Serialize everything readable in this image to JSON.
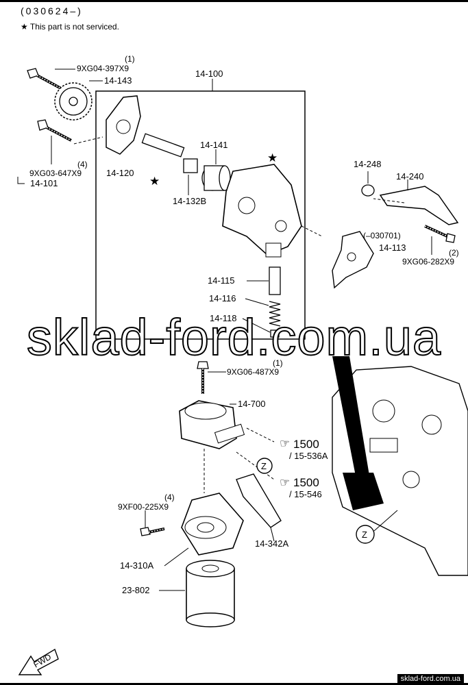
{
  "header": {
    "date_range": "(030624–)",
    "note_star": "★",
    "note_text": "This part is not serviced."
  },
  "labels": {
    "bolt_top": "9XG04-397X9",
    "bolt_top_qty": "(1)",
    "sprocket": "14-143",
    "pump_assy": "14-100",
    "cover": "14-120",
    "rotor_shaft": "14-141",
    "pin": "14-132B",
    "bolt_left": "9XG03-647X9",
    "bolt_left_qty": "(4)",
    "ref_14_101": "14-101",
    "seal_14_248": "14-248",
    "guide_14_240": "14-240",
    "gasket_date": "(–030701)",
    "gasket": "14-113",
    "bolt_right": "9XG06-282X9",
    "bolt_right_qty": "(2)",
    "plunger": "14-115",
    "spring": "14-116",
    "plug": "14-118",
    "bolt_cooler": "9XG06-487X9",
    "bolt_cooler_qty": "(1)",
    "cooler": "14-700",
    "ref_1500_a": "1500",
    "ref_15_536a": "/ 15-536A",
    "ref_1500_b": "1500",
    "ref_15_546": "/ 15-546",
    "z_marker": "Z",
    "bolt_filter": "9XF00-225X9",
    "bolt_filter_qty": "(4)",
    "gasket_342": "14-342A",
    "filter_body": "14-310A",
    "filter": "23-802",
    "fwd": "FWD"
  },
  "watermark": "sklad-ford.com.ua",
  "footer": "sklad-ford.com.ua"
}
